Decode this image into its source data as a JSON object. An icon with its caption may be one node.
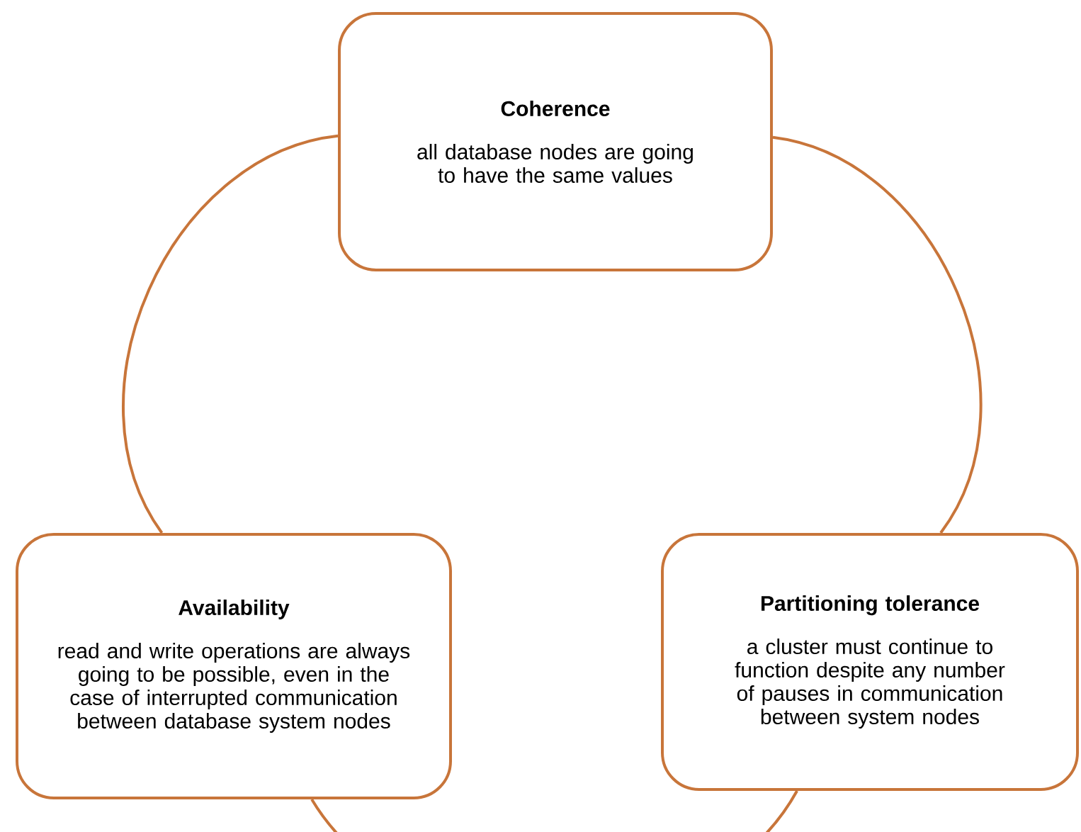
{
  "diagram": {
    "nodes": [
      {
        "text": [
          "Coherence",
          "all database nodes are going to have the same values"
        ]
      },
      {
        "text": [
          "Availability",
          "read and write operations are always going to be possible, even in the case of interrupted communication between database system nodes"
        ]
      },
      {
        "text": [
          "Partitioning tolerance",
          "a cluster must continue to function despite any number of pauses in communication between system nodes"
        ]
      }
    ],
    "edges": [
      {
        "from": 0,
        "to": 1,
        "arrow": "none"
      },
      {
        "from": 1,
        "to": 2,
        "arrow": "none"
      },
      {
        "from": 2,
        "to": 0,
        "arrow": "none"
      }
    ]
  }
}
